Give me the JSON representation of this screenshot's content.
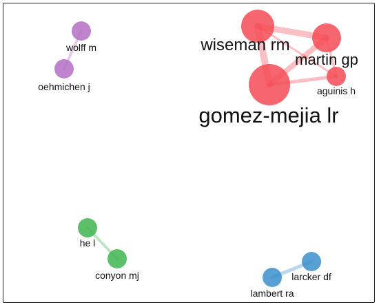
{
  "network": {
    "clusters": [
      {
        "id": "red",
        "color": "#f44b55"
      },
      {
        "id": "purple",
        "color": "#b46fc4"
      },
      {
        "id": "green",
        "color": "#3fb550"
      },
      {
        "id": "blue",
        "color": "#3a8fcc"
      }
    ],
    "nodes": [
      {
        "id": "gomez",
        "label": "gomez-mejia lr",
        "cluster": "red"
      },
      {
        "id": "wiseman",
        "label": "wiseman rm",
        "cluster": "red"
      },
      {
        "id": "martin",
        "label": "martin gp",
        "cluster": "red"
      },
      {
        "id": "aguinis",
        "label": "aguinis h",
        "cluster": "red"
      },
      {
        "id": "wolff",
        "label": "wolff m",
        "cluster": "purple"
      },
      {
        "id": "oehmichen",
        "label": "oehmichen j",
        "cluster": "purple"
      },
      {
        "id": "he",
        "label": "he l",
        "cluster": "green"
      },
      {
        "id": "conyon",
        "label": "conyon mj",
        "cluster": "green"
      },
      {
        "id": "larcker",
        "label": "larcker df",
        "cluster": "blue"
      },
      {
        "id": "lambert",
        "label": "lambert ra",
        "cluster": "blue"
      }
    ],
    "links": [
      {
        "source": "wiseman",
        "target": "gomez",
        "cluster": "red"
      },
      {
        "source": "wiseman",
        "target": "martin",
        "cluster": "red"
      },
      {
        "source": "martin",
        "target": "gomez",
        "cluster": "red"
      },
      {
        "source": "gomez",
        "target": "aguinis",
        "cluster": "red"
      },
      {
        "source": "wiseman",
        "target": "aguinis",
        "cluster": "red"
      },
      {
        "source": "martin",
        "target": "aguinis",
        "cluster": "red"
      },
      {
        "source": "wolff",
        "target": "oehmichen",
        "cluster": "purple"
      },
      {
        "source": "he",
        "target": "conyon",
        "cluster": "green"
      },
      {
        "source": "larcker",
        "target": "lambert",
        "cluster": "blue"
      }
    ]
  }
}
